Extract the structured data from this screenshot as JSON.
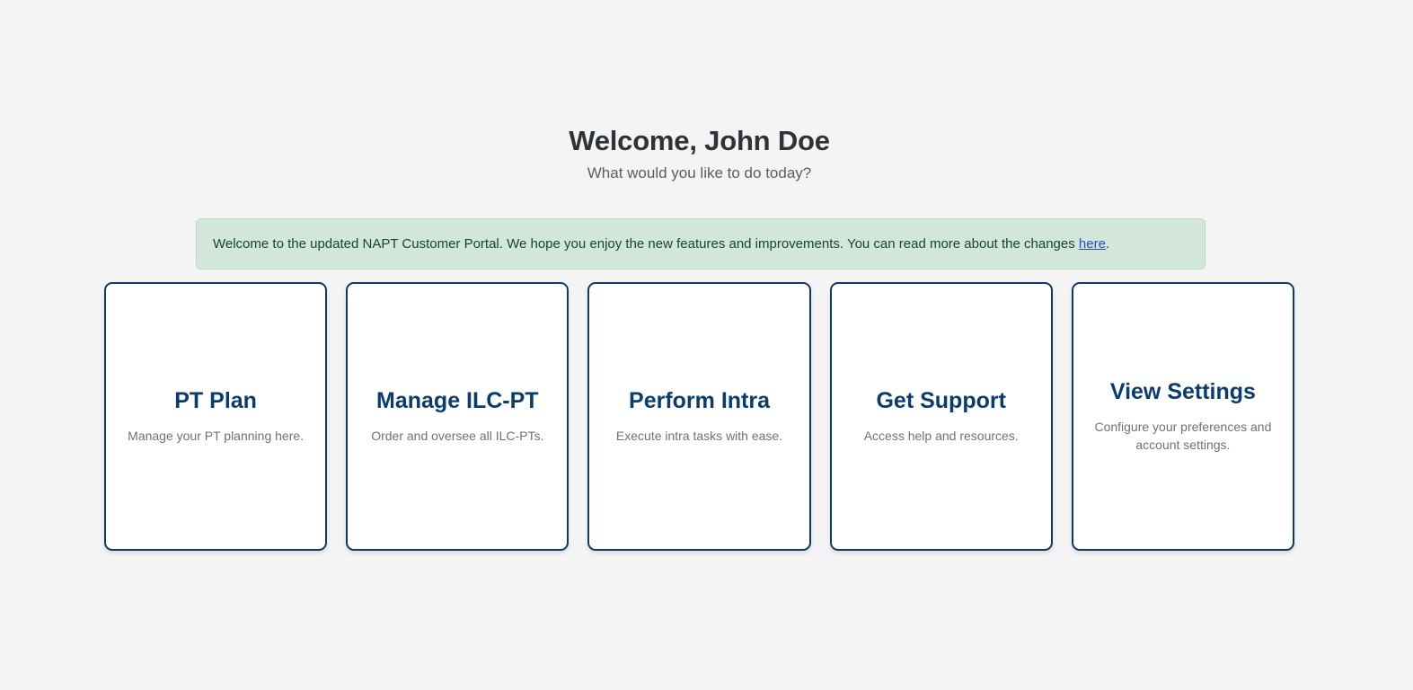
{
  "header": {
    "title": "Welcome, John Doe",
    "subtitle": "What would you like to do today?"
  },
  "banner": {
    "text_before_link": "Welcome to the updated NAPT Customer Portal. We hope you enjoy the new features and improvements. You can read more about the changes ",
    "link_label": "here",
    "text_after_link": ".",
    "background_color": "#d3e6da",
    "border_color": "#badbc8",
    "text_color": "#14472e",
    "link_color": "#1f4ed8"
  },
  "cards": [
    {
      "title": "PT Plan",
      "description": "Manage your PT planning here."
    },
    {
      "title": "Manage ILC-PT",
      "description": "Order and oversee all ILC-PTs."
    },
    {
      "title": "Perform Intra",
      "description": "Execute intra tasks with ease."
    },
    {
      "title": "Get Support",
      "description": "Access help and resources."
    },
    {
      "title": "View Settings",
      "description": "Configure your preferences and account settings."
    }
  ],
  "theme": {
    "page_background": "#f4f4f4",
    "card_background": "#ffffff",
    "card_border": "#0d3b66",
    "card_title_color": "#0a3c6e",
    "card_desc_color": "#6c7278",
    "title_color": "#2e3338",
    "subtitle_color": "#585e63"
  }
}
